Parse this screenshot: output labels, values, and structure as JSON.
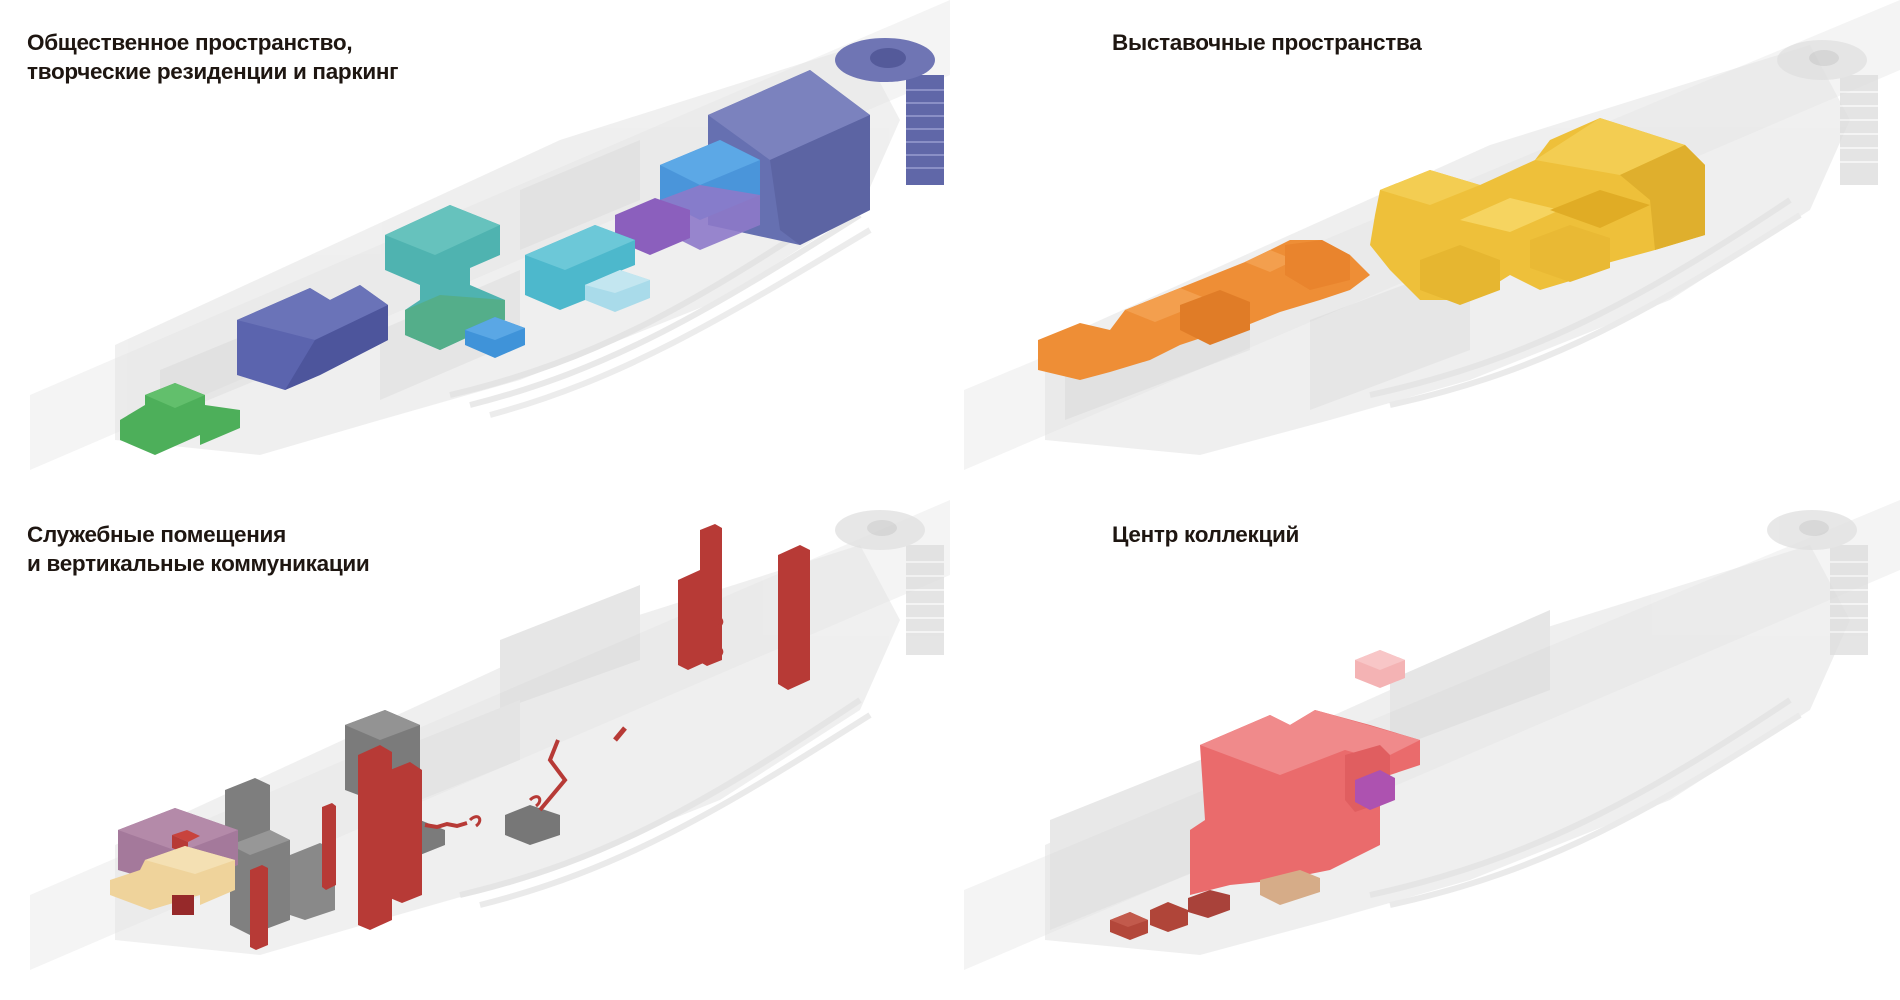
{
  "panels": [
    {
      "id": "public",
      "title_lines": [
        "Общественное пространство,",
        "творческие резиденции и паркинг"
      ],
      "colors": {
        "navy": "#5b64ae",
        "slate": "#6e73b2",
        "teal": "#4fb3b0",
        "green": "#52ae86",
        "bright_green": "#4daf5a",
        "cyan": "#4db8cc",
        "light_cyan": "#a9dbea",
        "blue": "#3f93d9",
        "violet": "#8a6cbf"
      }
    },
    {
      "id": "exhibition",
      "title_lines": [
        "Выставочные пространства"
      ],
      "colors": {
        "yellow": "#eec03a",
        "orange": "#ee8e36"
      }
    },
    {
      "id": "service",
      "title_lines": [
        "Служебные помещения",
        "и вертикальные коммуникации"
      ],
      "colors": {
        "red": "#b73a36",
        "gray": "#7b7b7b",
        "mauve": "#a4799b",
        "sand": "#efd39b",
        "dark_red": "#96292a"
      }
    },
    {
      "id": "collections",
      "title_lines": [
        "Центр коллекций"
      ],
      "colors": {
        "pink": "#ea6b6c",
        "light_pink": "#f4b3b4",
        "magenta": "#ad52b0",
        "brick": "#b3473a",
        "tan": "#d6ac88"
      }
    }
  ],
  "theme": {
    "ghost_fill": "#d9d9d9",
    "ghost_edge": "#c8c8c8",
    "ground": "#f3f3f3",
    "text": "#1e1611"
  }
}
